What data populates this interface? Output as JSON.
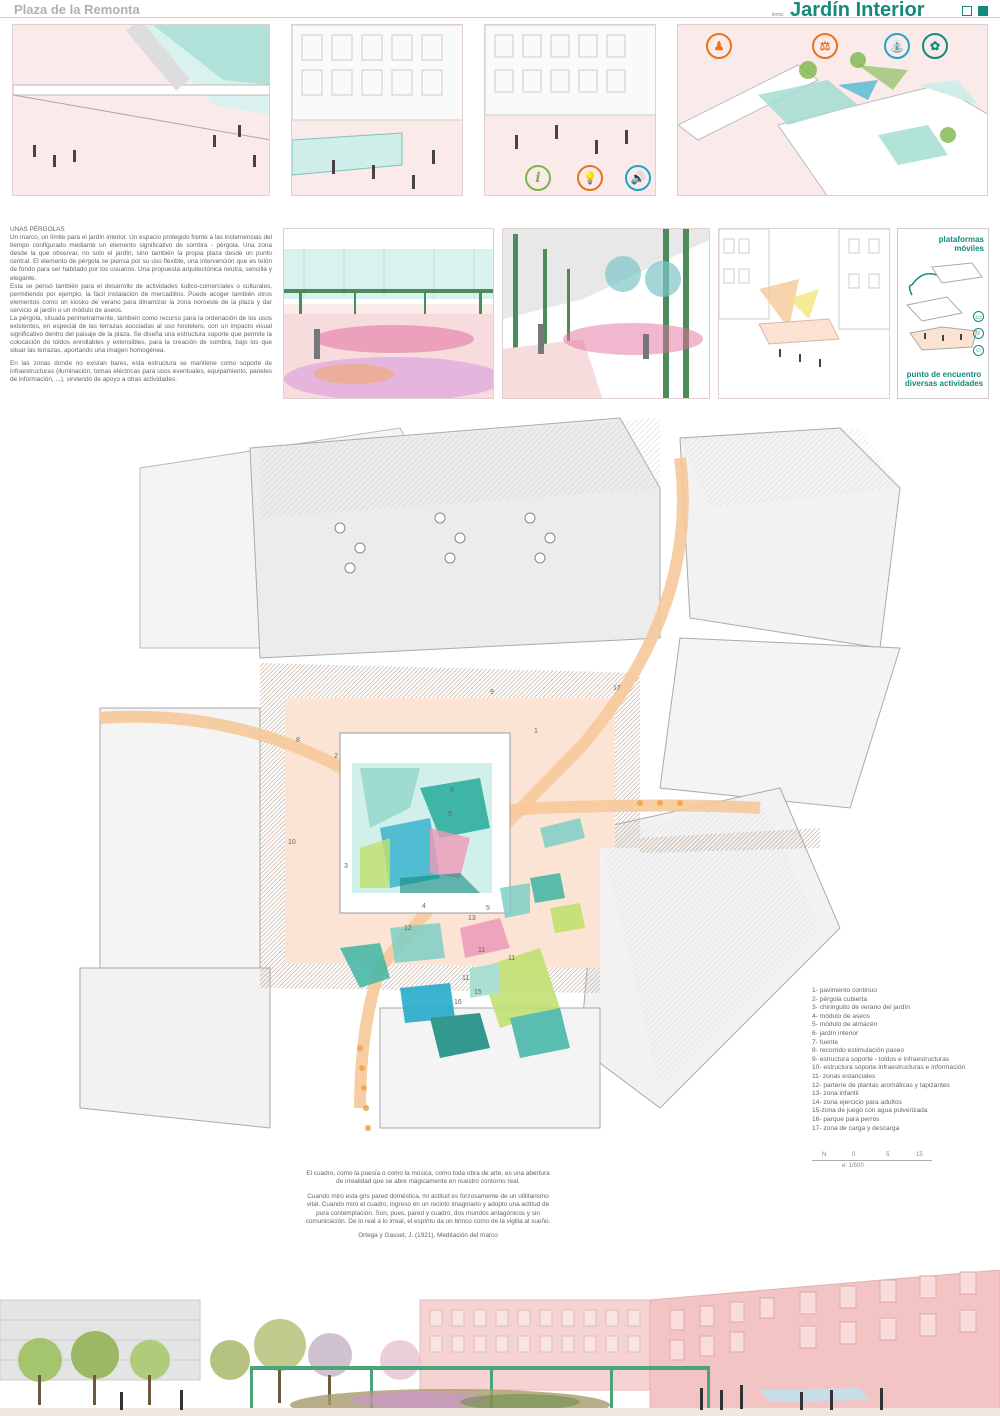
{
  "header": {
    "title_left": "Plaza de la Remonta",
    "lema_label": "lema:",
    "title_right": "Jardín Interior"
  },
  "colors": {
    "accent": "#128a7e",
    "orange": "#e8731c",
    "green": "#7ab648",
    "cyan": "#1aa7c9",
    "pink_paving": "#f6dcdc",
    "orange_route": "#f6c99a"
  },
  "top_panels": {
    "panel4_icons": [
      "exercise-icon",
      "seesaw-icon",
      "fountain-icon",
      "paw-icon"
    ],
    "panel3_icons": [
      {
        "name": "info-icon",
        "glyph": "i"
      },
      {
        "name": "lightbulb-icon",
        "glyph": "💡"
      },
      {
        "name": "speaker-icon",
        "glyph": "🔊"
      }
    ]
  },
  "text_block": {
    "heading": "UNAS PÉRGOLAS",
    "paragraphs": [
      "Un marco, un límite para el jardín interior. Un espacio protegido frente a las inclemencias del tiempo configurado mediante un elemento significativo de sombra - pérgola. Una zona desde la que observar, no solo el jardín, sino también la propia plaza desde un punto central. El elemento de pérgola se piensa por su uso flexible, una intervención que es telón de fondo para ser habitado por los usuarios. Una propuesta arquitectónica neutra, sencilla y elegante.",
      "Esta se pensó también para el desarrollo de actividades lúdico-comerciales o culturales, permitiendo por ejemplo, la fácil instalación de mercadillos. Puede acoger también otros elementos como un kiosko de verano para dinamizar la zona noroeste de la plaza y dar servicio al jardín o un módulo de aseos.",
      "La pérgola, situada perimetralmente, también como recurso para la ordenación de los usos existentes, en especial de las terrazas asociadas al uso hostelero, con un impacto visual significativo dentro del paisaje de la plaza. Se diseña una estructura soporte que permite la colocación de toldos enrollables y extensibles, para la creación de sombra, bajo los que situar las terrazas, aportando una imagen homogénea.",
      "En las zonas donde no existan bares, esta estructura se mantiene como soporte de infraestructuras (iluminación, tomas eléctricas para usos eventuales, equipamiento, paneles de información, ...), sirviendo de apoyo a otras actividades."
    ]
  },
  "platforms": {
    "title_line1": "plataformas",
    "title_line2": "móviles",
    "subtitle_line1": "punto de encuentro",
    "subtitle_line2": "diversas actividades",
    "icons": [
      "laptop-icon",
      "music-icon",
      "reclining-person-icon"
    ]
  },
  "plan": {
    "numbers": [
      "1",
      "2",
      "3",
      "4",
      "5",
      "6",
      "8",
      "9",
      "10",
      "11",
      "11",
      "11",
      "12",
      "13",
      "15",
      "16",
      "17",
      "5"
    ]
  },
  "legend": {
    "items": [
      "1- pavimento continuo",
      "2- pérgola cubierta",
      "3- chiringuito de verano del jardín",
      "4- módulo de aseos",
      "5- módulo de almacén",
      "6- jardín interior",
      "7- fuente",
      "8- recorrido estimulación paseo",
      "9- estructura soporte - toldos e infraestructuras",
      "10- estructura soporte infraestructuras e información",
      "11- zonas estanciales",
      "12- parterre de plantas aromáticas y tapizantes",
      "13- zona infantil",
      "14- zona ejercicio para adultos",
      "15-zona de juego con agua pulverizada",
      "16- parque para perros",
      "17- zona de carga y descarga"
    ]
  },
  "scale": {
    "north": "N",
    "ticks": [
      "0",
      "5",
      "15"
    ],
    "ratio": "e: 1/500"
  },
  "quote": {
    "paragraphs": [
      "El cuadro, como la poesía o como la música, como toda obra de arte, es una abertura de irrealidad que se abre mágicamente en nuestro contorno real.",
      "Cuando miro esta gris pared doméstica, mi actitud es forzosamente de un utilitarismo vital. Cuando miro el cuadro, ingreso en un recinto imaginario y adopto una actitud de pura contemplación. Son, pues, pared y cuadro, dos mundos antagónicos y sin comunicación. De lo real a lo irreal, el espíritu da un brinco como de la vigilia al sueño.",
      "Ortega y Gasset, J. (1921), Meditación del marco"
    ]
  }
}
